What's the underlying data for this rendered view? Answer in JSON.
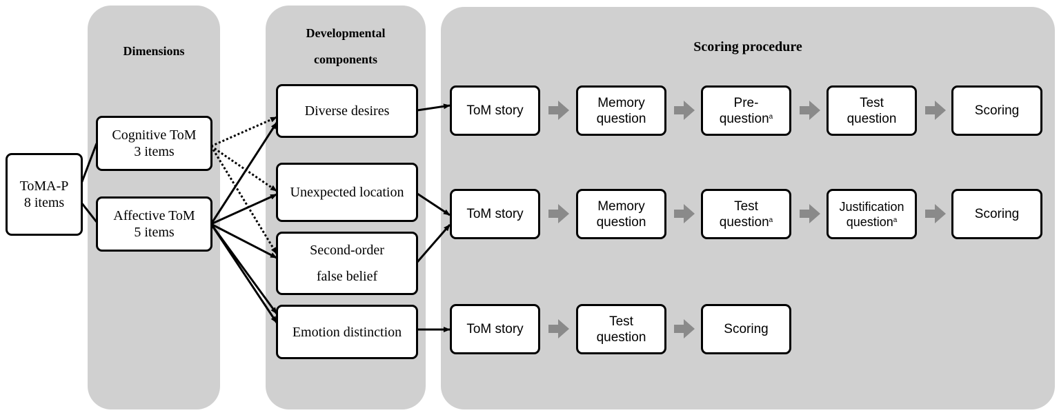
{
  "panels": {
    "dimensions": {
      "title": "Dimensions"
    },
    "components": {
      "title_line1": "Developmental",
      "title_line2": "components"
    },
    "scoring": {
      "title": "Scoring procedure"
    }
  },
  "root": {
    "line1": "ToMA-P",
    "line2": "8 items"
  },
  "dimensions": {
    "cognitive": {
      "line1": "Cognitive ToM",
      "line2": "3 items"
    },
    "affective": {
      "line1": "Affective ToM",
      "line2": "5 items"
    }
  },
  "components": {
    "diverse_desires": "Diverse desires",
    "unexpected_location": "Unexpected location",
    "second_order_line1": "Second-order",
    "second_order_line2": "false belief",
    "emotion_distinction": "Emotion distinction"
  },
  "rows": [
    {
      "story": "ToM story",
      "memory": {
        "line1": "Memory",
        "line2": "question"
      },
      "pre": {
        "line1": "Pre-",
        "line2": "question",
        "mark": "a"
      },
      "test": {
        "line1": "Test",
        "line2": "question"
      },
      "scoring": "Scoring"
    },
    {
      "story": "ToM story",
      "memory": {
        "line1": "Memory",
        "line2": "question"
      },
      "test": {
        "line1": "Test",
        "line2": "question",
        "mark": "a"
      },
      "justification": {
        "line1": "Justification",
        "line2": "question",
        "mark": "a"
      },
      "scoring": "Scoring"
    },
    {
      "story": "ToM story",
      "test": {
        "line1": "Test",
        "line2": "question"
      },
      "scoring": "Scoring"
    }
  ],
  "colors": {
    "panel": "#d0d0d0",
    "step_arrow": "#8a8a8a",
    "border": "#000000"
  }
}
